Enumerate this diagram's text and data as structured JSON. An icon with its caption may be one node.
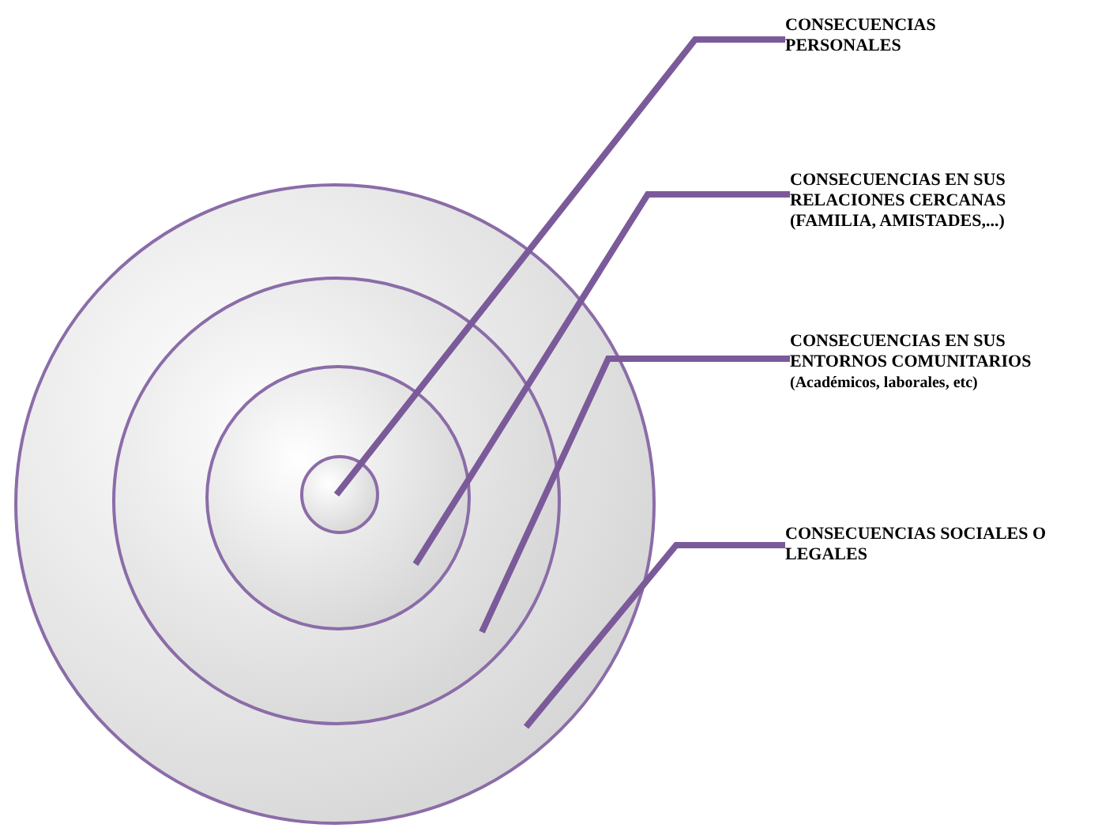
{
  "diagram": {
    "nodes": [
      {
        "text": [],
        "shape": "circle"
      },
      {
        "text": [],
        "shape": "circle",
        "in": 0
      },
      {
        "text": [],
        "shape": "circle",
        "in": 1
      },
      {
        "text": [],
        "shape": "circle",
        "in": 2
      },
      {
        "text": [
          "CONSECUENCIAS PERSONALES"
        ]
      },
      {
        "text": [
          "CONSECUENCIAS  EN SUS RELACIONES CERCANAS (FAMILIA, AMISTADES,...)"
        ]
      },
      {
        "text": [
          "CONSECUENCIAS EN SUS ENTORNOS COMUNITARIOS",
          "(Académicos, laborales, etc)"
        ]
      },
      {
        "text": [
          "CONSECUENCIAS SOCIALES O LEGALES"
        ]
      }
    ],
    "edges": [
      {
        "from": 4,
        "to": 3,
        "arrow": "none"
      },
      {
        "from": 5,
        "to": 2,
        "arrow": "none"
      },
      {
        "from": 6,
        "to": 1,
        "arrow": "none"
      },
      {
        "from": 7,
        "to": 0,
        "arrow": "none"
      }
    ]
  }
}
